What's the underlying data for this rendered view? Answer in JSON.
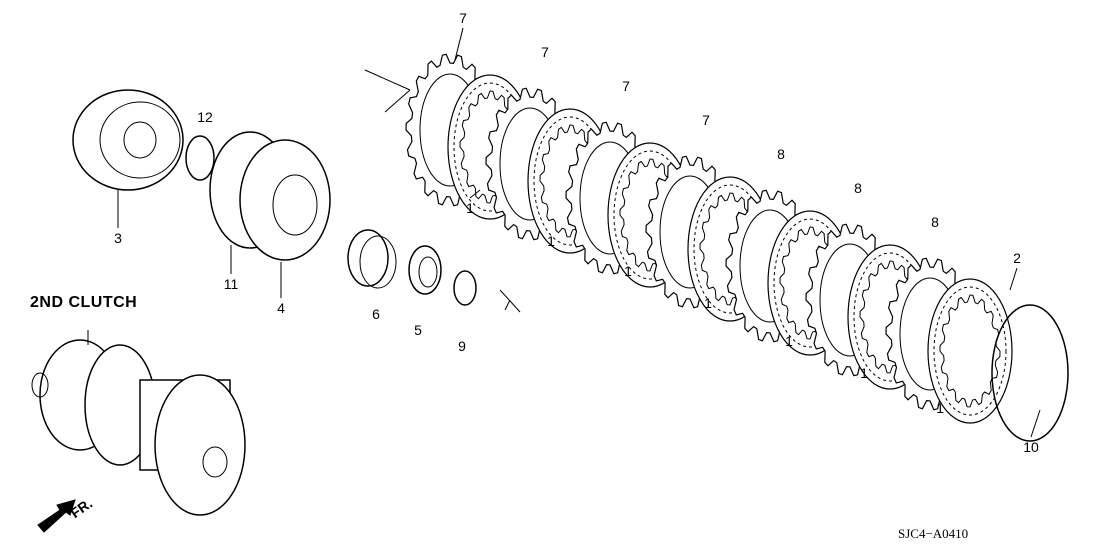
{
  "diagram": {
    "assembly_title": "2ND CLUTCH",
    "diagram_code": "SJC4−A0410",
    "direction_label": "FR.",
    "callouts": [
      "7",
      "7",
      "7",
      "7",
      "8",
      "8",
      "8",
      "2",
      "1",
      "1",
      "1",
      "1",
      "1",
      "1",
      "1",
      "12",
      "3",
      "11",
      "4",
      "6",
      "5",
      "9",
      "10"
    ]
  },
  "colors": {
    "line": "#000000",
    "background": "#ffffff"
  }
}
